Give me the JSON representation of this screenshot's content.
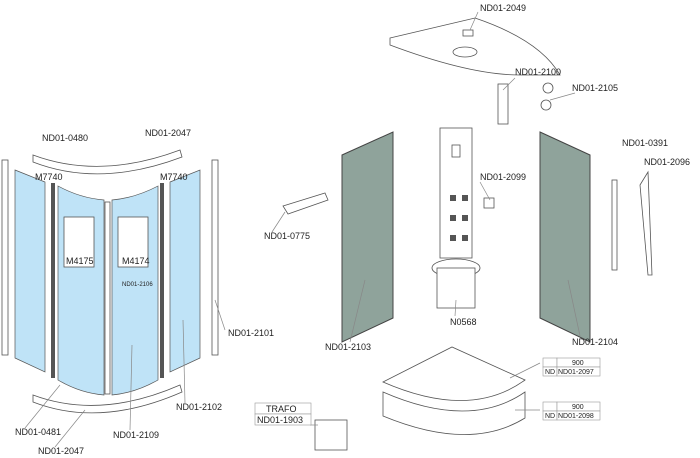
{
  "labels": {
    "roof": "ND01-2049",
    "light": "ND01-2100",
    "head": "ND01-2105",
    "rail": "ND01-0391",
    "handshower": "ND01-2096",
    "jet": "ND01-2099",
    "shelf": "ND01-0775",
    "seat": "N0568",
    "panel_left": "ND01-2103",
    "panel_right": "ND01-2104",
    "top_seal": "ND01-0480",
    "top_rail": "ND01-2047",
    "m7740_left": "M7740",
    "m7740_right": "M7740",
    "m4175": "M4175",
    "m4174": "M4174",
    "handle": "ND01-2106",
    "side_profile": "ND01-2101",
    "side_glass": "ND01-2102",
    "bottom_seal": "ND01-0481",
    "door_glass": "ND01-2109",
    "bottom_rail": "ND01-2047"
  },
  "trafo": {
    "title": "TRAFO",
    "code": "ND01-1903"
  },
  "tray_table": {
    "size": "900",
    "prefix": "ND",
    "code": "ND01-2097"
  },
  "skirt_table": {
    "size": "900",
    "prefix": "ND",
    "code": "ND01-2098"
  }
}
